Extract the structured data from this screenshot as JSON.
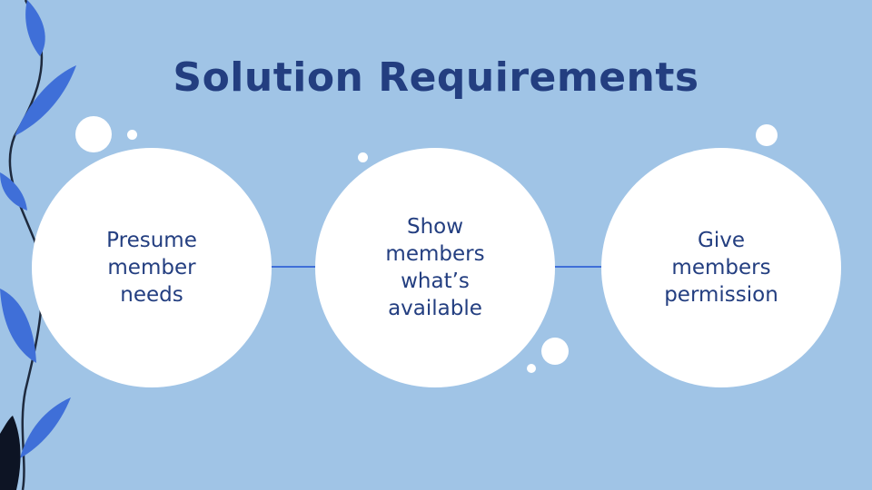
{
  "slide": {
    "title": "Solution Requirements",
    "steps": [
      {
        "label": "Presume\nmember\nneeds"
      },
      {
        "label": "Show\nmembers\nwhat’s\navailable"
      },
      {
        "label": "Give\nmembers\npermission"
      }
    ]
  },
  "colors": {
    "background": "#a0c4e6",
    "title": "#233e80",
    "circle": "#ffffff",
    "connector": "#3f6fd8",
    "leaf": "#3f6fd8",
    "stem": "#1e2a3e"
  },
  "icons": {
    "decoration": "vine-leaves-icon"
  }
}
